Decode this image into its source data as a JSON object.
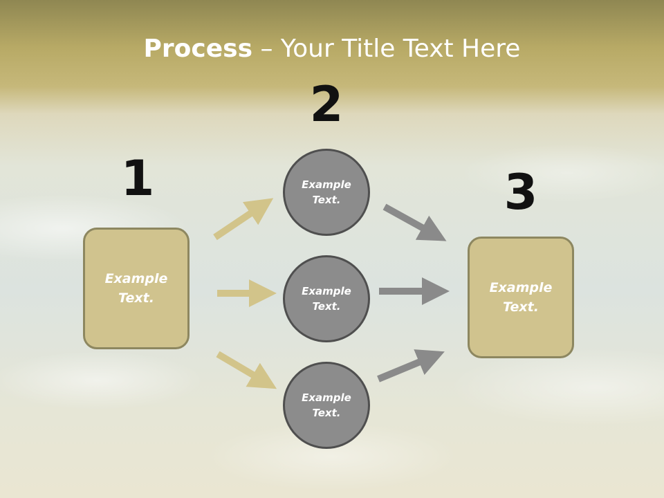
{
  "title": {
    "bold": "Process",
    "rest": " – Your Title Text Here"
  },
  "numbers": [
    "1",
    "2",
    "3"
  ],
  "left_box": {
    "text": "Example\nText."
  },
  "circles": [
    {
      "text": "Example\nText."
    },
    {
      "text": "Example\nText."
    },
    {
      "text": "Example\nText."
    }
  ],
  "right_box": {
    "text": "Example\nText."
  },
  "colors": {
    "box_fill": "#d0c38e",
    "circle_fill": "#8c8c8c",
    "left_arrow": "#d2c48a",
    "right_arrow": "#8a8a8a"
  }
}
